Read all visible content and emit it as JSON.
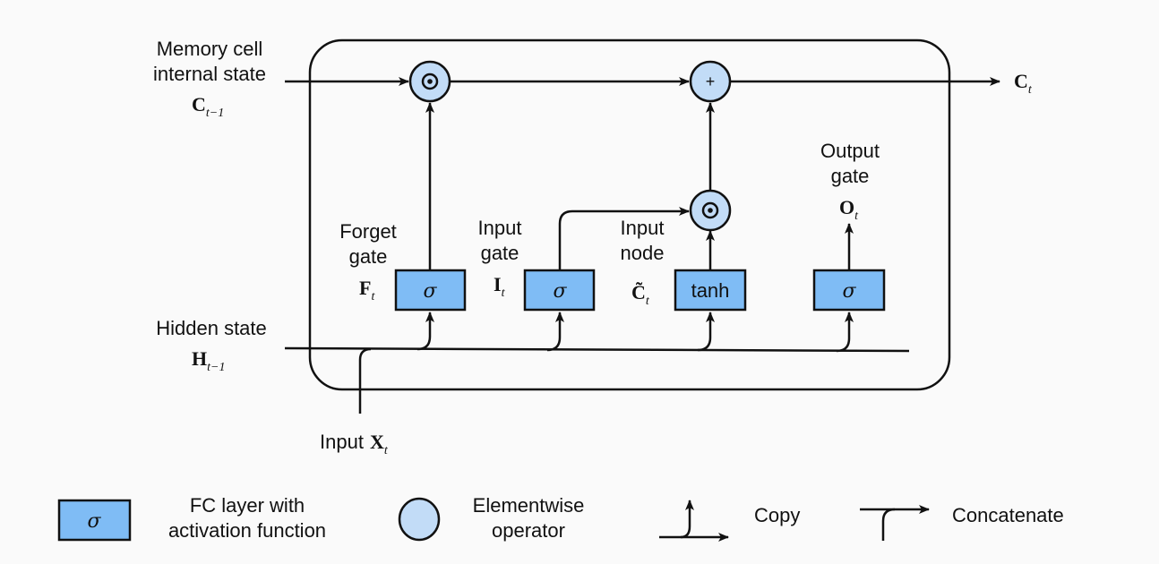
{
  "colors": {
    "fc_fill": "#7fbcf5",
    "op_fill": "#c2dcf7",
    "line": "#111111",
    "background": "#fafafa"
  },
  "inputs": {
    "memory_cell": {
      "line1": "Memory cell",
      "line2": "internal state",
      "symbol": "C",
      "subscript": "t−1"
    },
    "hidden_state": {
      "line1": "Hidden state",
      "symbol": "H",
      "subscript": "t−1"
    },
    "input": {
      "label": "Input",
      "symbol": "X",
      "subscript": "t"
    }
  },
  "output": {
    "symbol": "C",
    "subscript": "t"
  },
  "gates": [
    {
      "id": "forget",
      "line1": "Forget",
      "line2": "gate",
      "symbol": "F",
      "subscript": "t",
      "activation": "σ"
    },
    {
      "id": "input",
      "line1": "Input",
      "line2": "gate",
      "symbol": "I",
      "subscript": "t",
      "activation": "σ"
    },
    {
      "id": "input-node",
      "line1": "Input",
      "line2": "node",
      "symbol": "C̃",
      "subscript": "t",
      "activation": "tanh"
    },
    {
      "id": "output",
      "line1": "Output",
      "line2": "gate",
      "symbol": "O",
      "subscript": "t",
      "activation": "σ"
    }
  ],
  "operators": {
    "forget_mul": "⊙",
    "input_mul": "⊙",
    "add": "+"
  },
  "legend": {
    "fc": {
      "symbol": "σ",
      "line1": "FC layer with",
      "line2": "activation function"
    },
    "op": {
      "line1": "Elementwise",
      "line2": "operator"
    },
    "copy": {
      "label": "Copy"
    },
    "concat": {
      "label": "Concatenate"
    }
  }
}
